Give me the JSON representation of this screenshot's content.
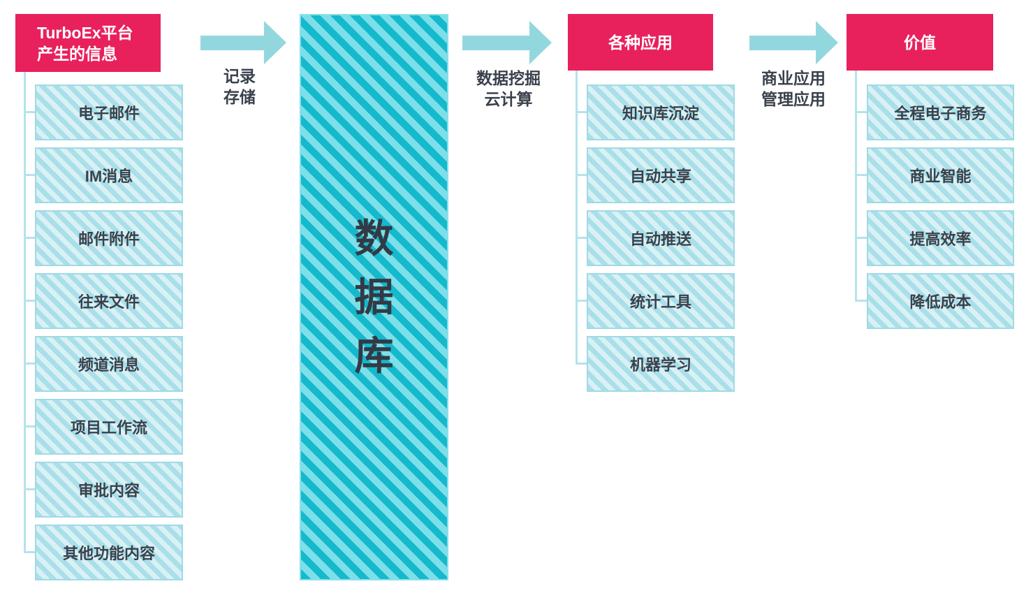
{
  "columns": [
    {
      "header_lines": [
        "TurboEx平台",
        "产生的信息"
      ],
      "items": [
        "电子邮件",
        "IM消息",
        "邮件附件",
        "往来文件",
        "频道消息",
        "项目工作流",
        "审批内容",
        "其他功能内容"
      ]
    },
    {
      "header_lines": [
        "各种应用"
      ],
      "items": [
        "知识库沉淀",
        "自动共享",
        "自动推送",
        "统计工具",
        "机器学习"
      ]
    },
    {
      "header_lines": [
        "价值"
      ],
      "items": [
        "全程电子商务",
        "商业智能",
        "提高效率",
        "降低成本"
      ]
    }
  ],
  "database": {
    "label": "数据库"
  },
  "arrows": [
    {
      "lines": [
        "记录",
        "存储"
      ]
    },
    {
      "lines": [
        "数据挖掘",
        "云计算"
      ]
    },
    {
      "lines": [
        "商业应用",
        "管理应用"
      ]
    }
  ],
  "colors": {
    "header_bg": "#e8215d",
    "header_text": "#ffffff",
    "item_stripe_dark": "#a9dfe9",
    "item_stripe_light": "#d9f1f5",
    "item_border": "#9fdae4",
    "db_stripe_dark": "#14b9cc",
    "db_stripe_light": "#7cdfe9",
    "arrow": "#93d7de",
    "connector": "#b5e3eb",
    "text_dark": "#3a414c"
  }
}
